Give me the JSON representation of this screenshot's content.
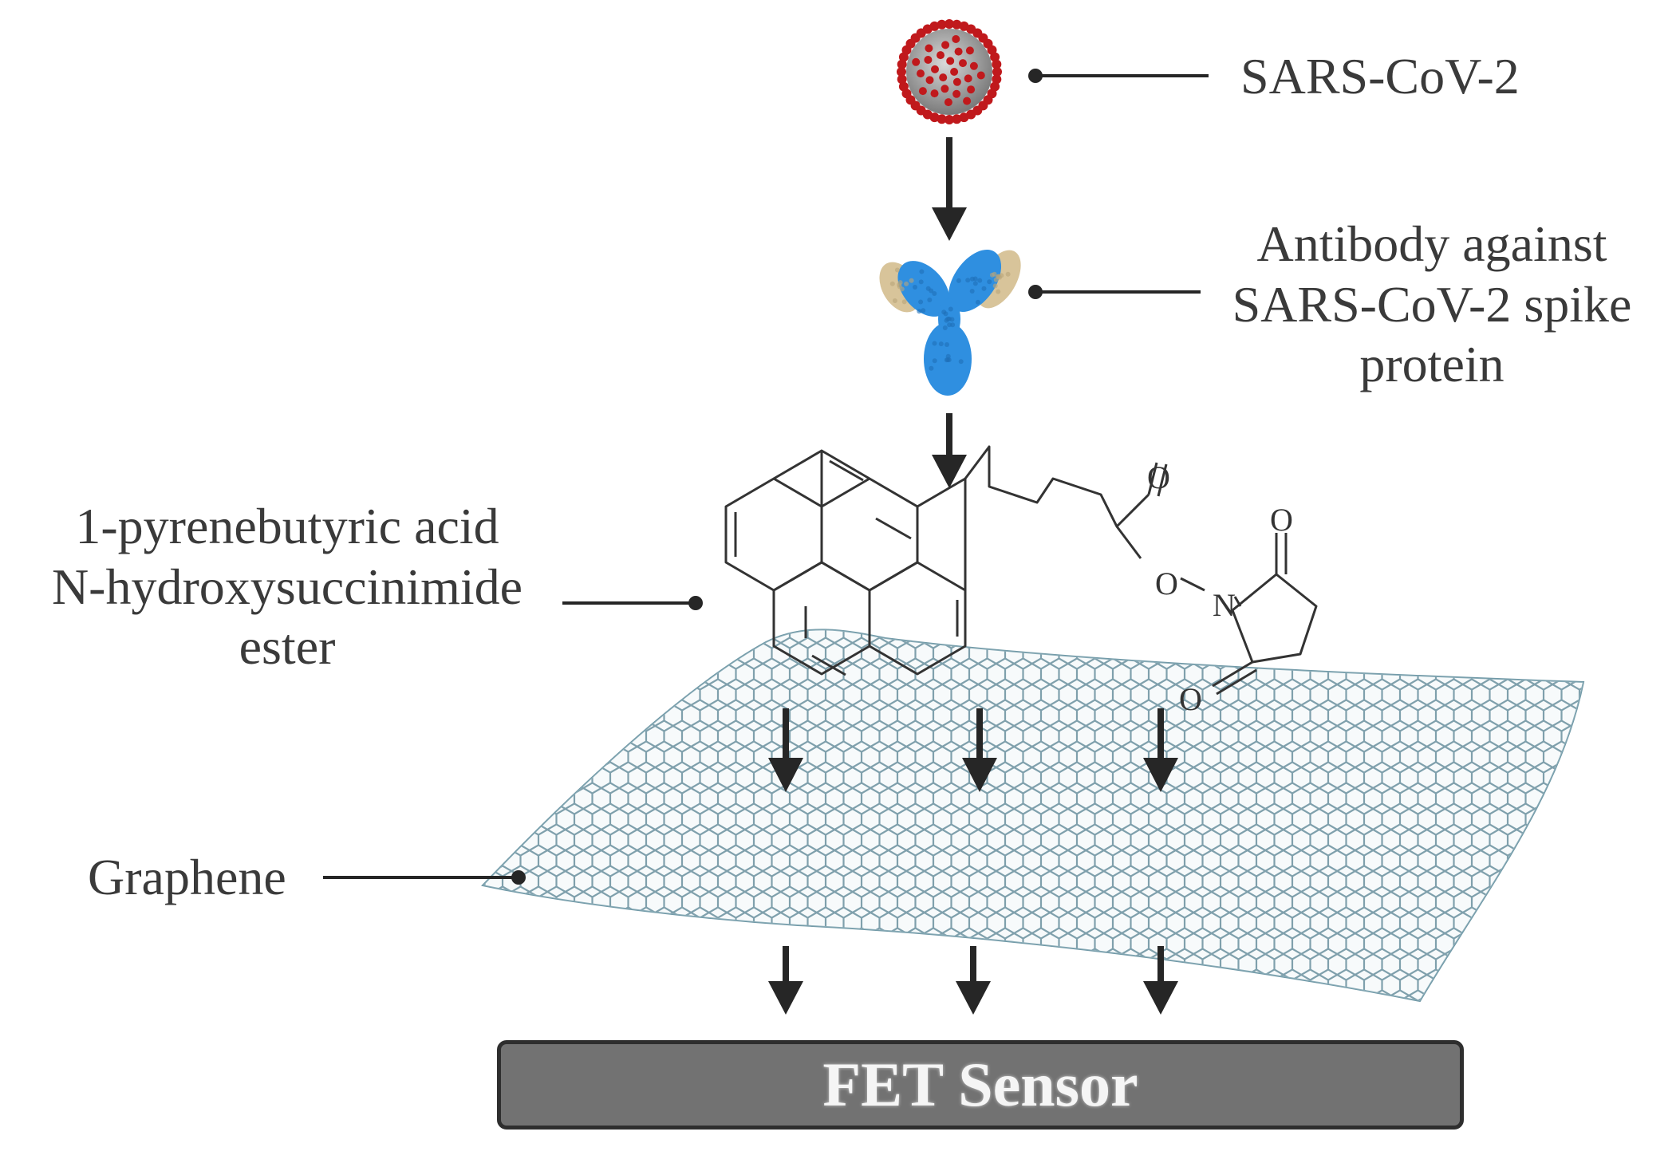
{
  "labels": {
    "virus": "SARS-CoV-2",
    "antibody": [
      "Antibody against",
      "SARS-CoV-2 spike",
      "protein"
    ],
    "linker": [
      "1-pyrenebutyric acid",
      "N-hydroxysuccinimide",
      "ester"
    ],
    "graphene": "Graphene",
    "sensor": "FET Sensor"
  },
  "molecule_atoms": {
    "carbonyl_oxygen": "O",
    "ester_oxygen": "O",
    "nitrogen": "N",
    "imide_oxygen_top": "O",
    "imide_oxygen_bottom": "O"
  },
  "colors": {
    "text": "#3a3a3a",
    "virus_body": "#9a9a9a",
    "virus_spikes": "#c0191c",
    "antibody_heavy": "#2f8fe0",
    "antibody_light": "#d8c49a",
    "graphene_lattice": "#5f8796",
    "sensor_fill": "#727272",
    "sensor_border": "#2e2e2e",
    "arrow": "#262626"
  }
}
